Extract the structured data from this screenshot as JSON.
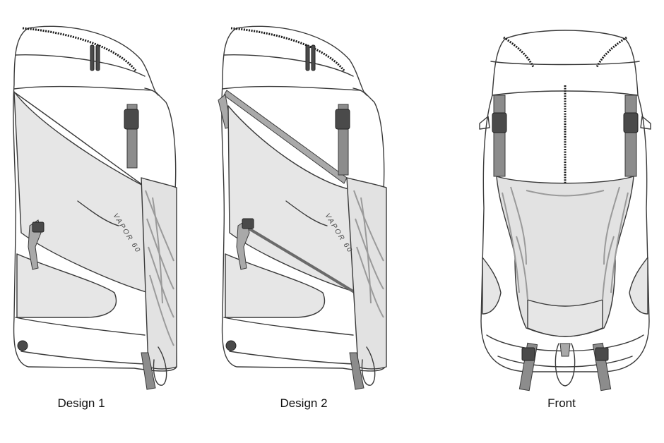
{
  "figures": [
    {
      "id": "design-1",
      "caption": "Design 1",
      "logo_text": "VAPOR 60"
    },
    {
      "id": "design-2",
      "caption": "Design 2",
      "logo_text": "VAPOR 60"
    },
    {
      "id": "front",
      "caption": "Front"
    }
  ],
  "colors": {
    "outline": "#3a3a3a",
    "panel_shade": "#e6e6e6",
    "strap": "#8c8c8c",
    "buckle": "#4a4a4a",
    "background": "#ffffff"
  }
}
